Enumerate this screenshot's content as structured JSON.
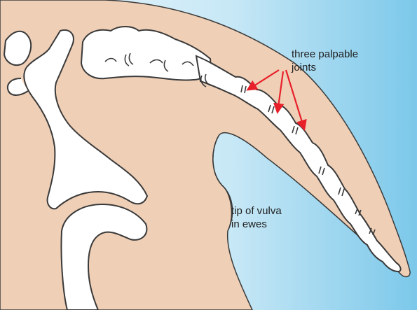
{
  "labels": {
    "joints_line1": "three palpable",
    "joints_line2": "joints",
    "vulva_line1": "tip of vulva",
    "vulva_line2": "in ewes"
  },
  "colors": {
    "background_light": "#e8f5fb",
    "background_blue": "#7cc8ea",
    "skin": "#efcfb6",
    "bone": "#ffffff",
    "outline": "#3a3a3a",
    "arrow": "#e8202a"
  }
}
